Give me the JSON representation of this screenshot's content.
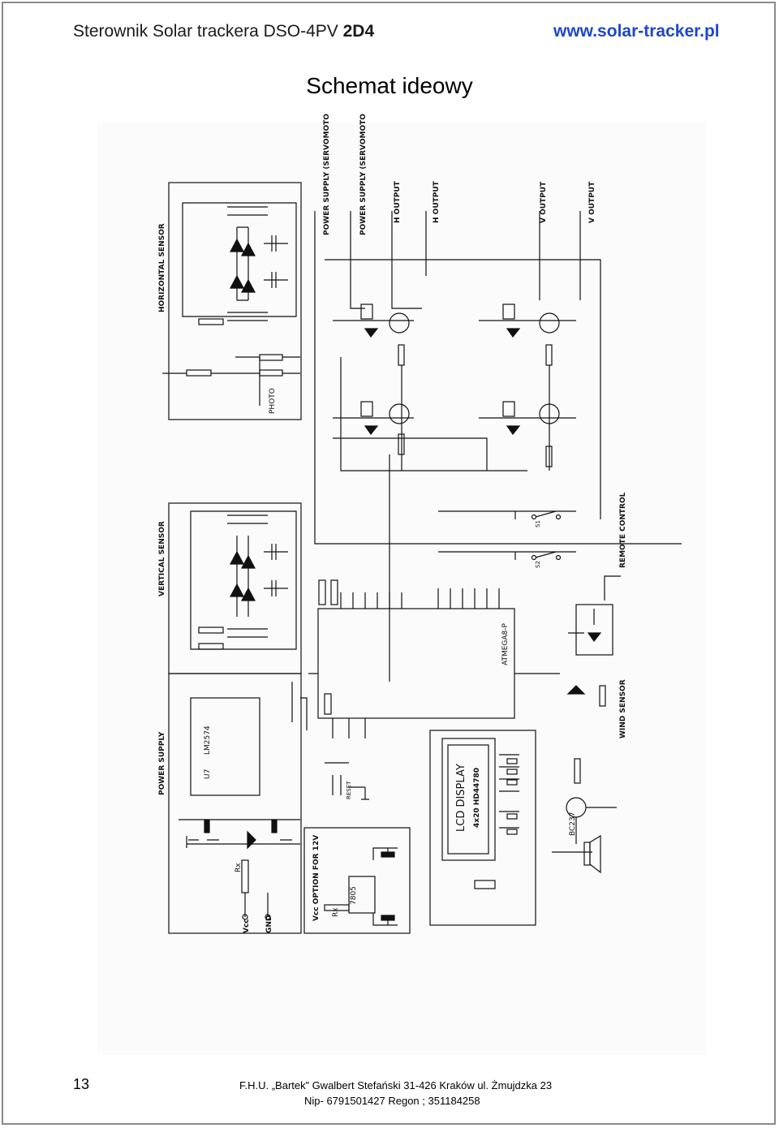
{
  "header": {
    "left_text": "Sterownik Solar trackera DSO-4PV ",
    "left_bold": "2D4",
    "url": "www.solar-tracker.pl"
  },
  "title": "Schemat ideowy",
  "schematic": {
    "labels": {
      "horizontal_sensor": "HORIZONTAL SENSOR",
      "vertical_sensor": "VERTICAL SENSOR",
      "power_supply": "POWER SUPPLY",
      "photo": "PHOTO",
      "ps_servo_1": "POWER SUPPLY (SERVOMOTOR)",
      "ps_servo_2": "POWER SUPPLY (SERVOMOTOR)",
      "h_output_1": "H OUTPUT",
      "h_output_2": "H OUTPUT",
      "v_output_1": "V OUTPUT",
      "v_output_2": "V OUTPUT",
      "remote_control": "REMOTE CONTROL",
      "wind_sensor": "WIND SENSOR",
      "mcu": "ATMEGA8-P",
      "lcd": "LCD DISPLAY",
      "lcd_model": "4x20 HD44780",
      "regulator": "LM2574",
      "regulator_u": "U7",
      "vcc_option": "Vcc OPTION FOR 12V",
      "reg_7805": "7805",
      "transistor": "BC237",
      "vcc": "Vcc",
      "gnd": "GND",
      "rx": "Rx",
      "reset": "RESET",
      "s1": "S1",
      "s2": "S2"
    }
  },
  "footer": {
    "page_number": "13",
    "line1": "F.H.U. „Bartek” Gwalbert Stefański   31-426 Kraków ul. Żmujdzka 23",
    "line2": "Nip- 6791501427   Regon ; 351184258"
  }
}
